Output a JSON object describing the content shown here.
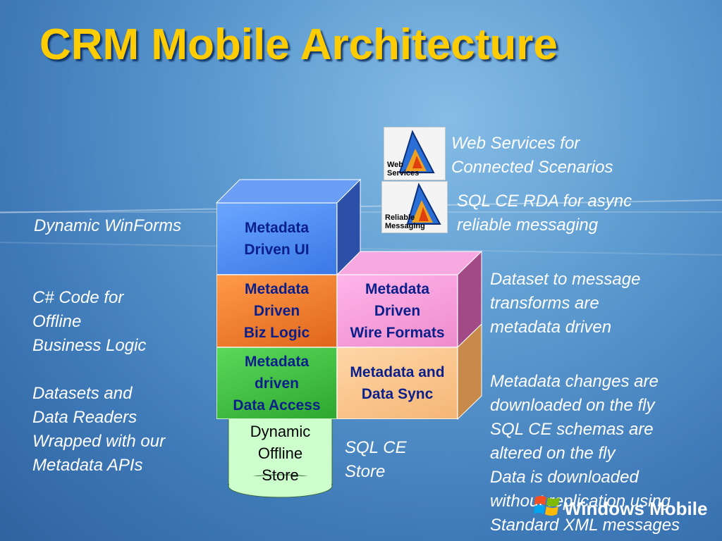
{
  "title": "CRM Mobile Architecture",
  "left_labels": {
    "winforms": "Dynamic WinForms",
    "csharp": [
      "C# Code for",
      "Offline",
      "Business Logic"
    ],
    "datasets": [
      "Datasets and",
      "Data Readers",
      "Wrapped with our",
      "Metadata APIs"
    ]
  },
  "right_labels": {
    "web_services": [
      "Web Services for",
      "Connected Scenarios"
    ],
    "sqlce_rda": [
      "SQL CE RDA for async",
      "reliable messaging"
    ],
    "dataset_transforms": [
      "Dataset to message",
      "transforms are",
      "metadata driven"
    ],
    "metadata_changes": [
      "Metadata changes are",
      "downloaded on the fly",
      "SQL CE schemas are",
      "altered on the fly",
      "Data is downloaded",
      "without replication using",
      "Standard XML messages"
    ],
    "sqlce_store": [
      "SQL CE",
      "Store"
    ]
  },
  "blocks": {
    "ui": [
      "Metadata",
      "Driven UI"
    ],
    "biz": [
      "Metadata",
      "Driven",
      "Biz Logic"
    ],
    "wire": [
      "Metadata",
      "Driven",
      "Wire Formats"
    ],
    "access": [
      "Metadata",
      "driven",
      "Data Access"
    ],
    "sync": [
      "Metadata and",
      "Data Sync"
    ]
  },
  "store": [
    "Dynamic",
    "Offline",
    "Store"
  ],
  "icons": {
    "web_services": [
      "Web",
      "Services"
    ],
    "reliable_messaging": [
      "Reliable",
      "Messaging"
    ]
  },
  "footer_logo": "Windows Mobile",
  "colors": {
    "title": "#ffcc00",
    "ui_block": "#4f8ef5",
    "biz_block": "#f07a2a",
    "wire_block": "#f39ad6",
    "access_block": "#3fbf3f",
    "sync_block": "#f9c58e",
    "store": "#ccffcc"
  }
}
